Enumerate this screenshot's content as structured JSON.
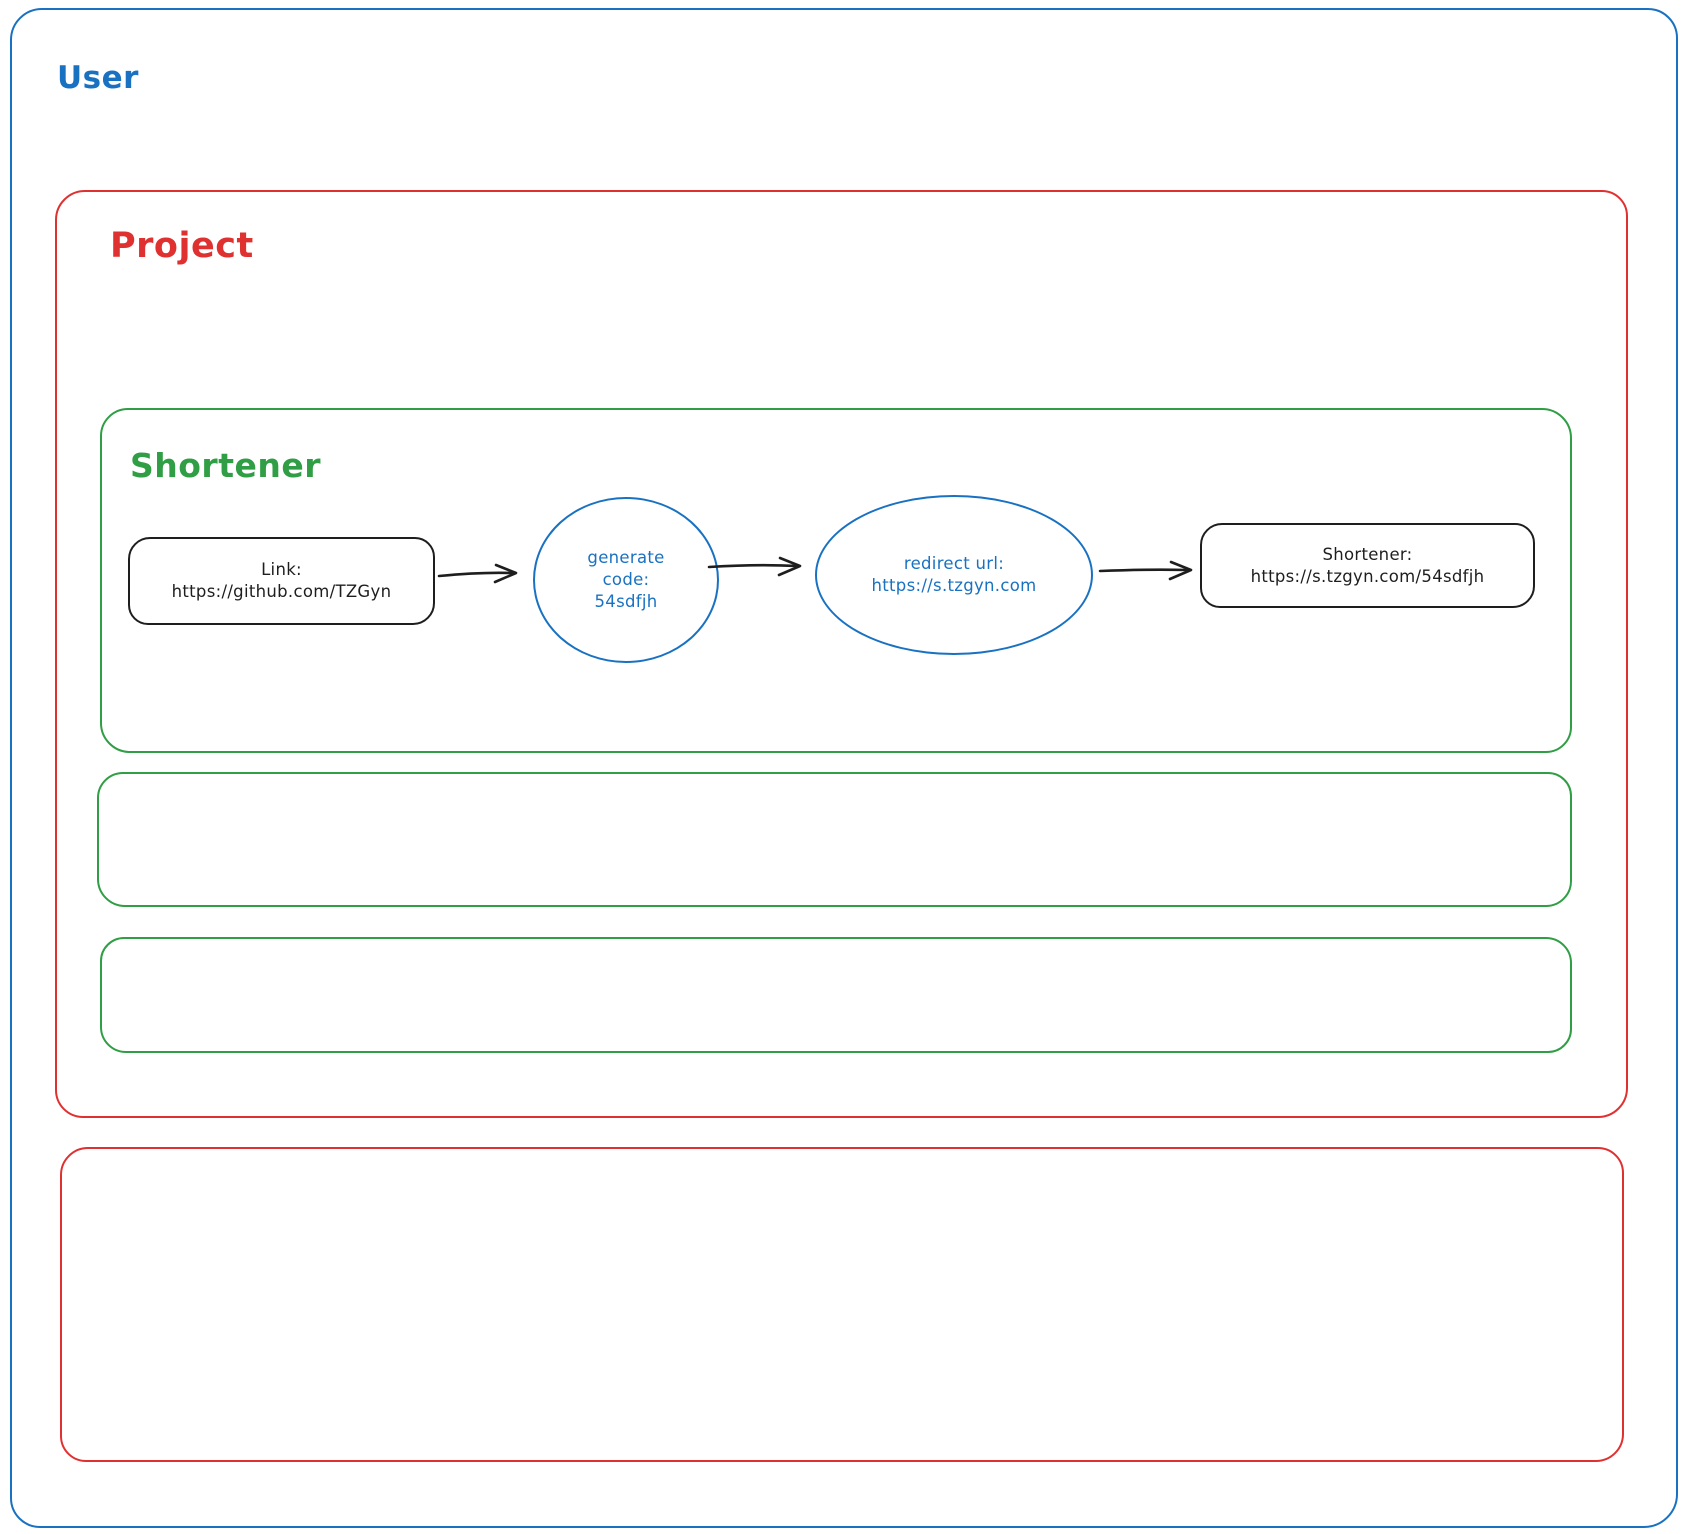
{
  "diagram": {
    "containers": {
      "user": {
        "label": "User",
        "color": "#1971c2"
      },
      "project": {
        "label": "Project",
        "color": "#e03131"
      },
      "shortener": {
        "label": "Shortener",
        "color": "#2f9e44"
      },
      "empty_green_boxes_count": 2,
      "empty_red_boxes_count": 1
    },
    "flow": {
      "link_node": {
        "line1": "Link:",
        "line2": "https://github.com/TZGyn"
      },
      "generate_node": {
        "line1": "generate",
        "line2": "code:",
        "line3": "54sdfjh"
      },
      "redirect_node": {
        "line1": "redirect url:",
        "line2": "https://s.tzgyn.com"
      },
      "result_node": {
        "line1": "Shortener:",
        "line2": "https://s.tzgyn.com/54sdfjh"
      },
      "arrow_icon": "arrow-right"
    },
    "colors": {
      "blue": "#1971c2",
      "red": "#e03131",
      "green": "#2f9e44",
      "black": "#1e1e1e",
      "background": "#ffffff"
    }
  }
}
